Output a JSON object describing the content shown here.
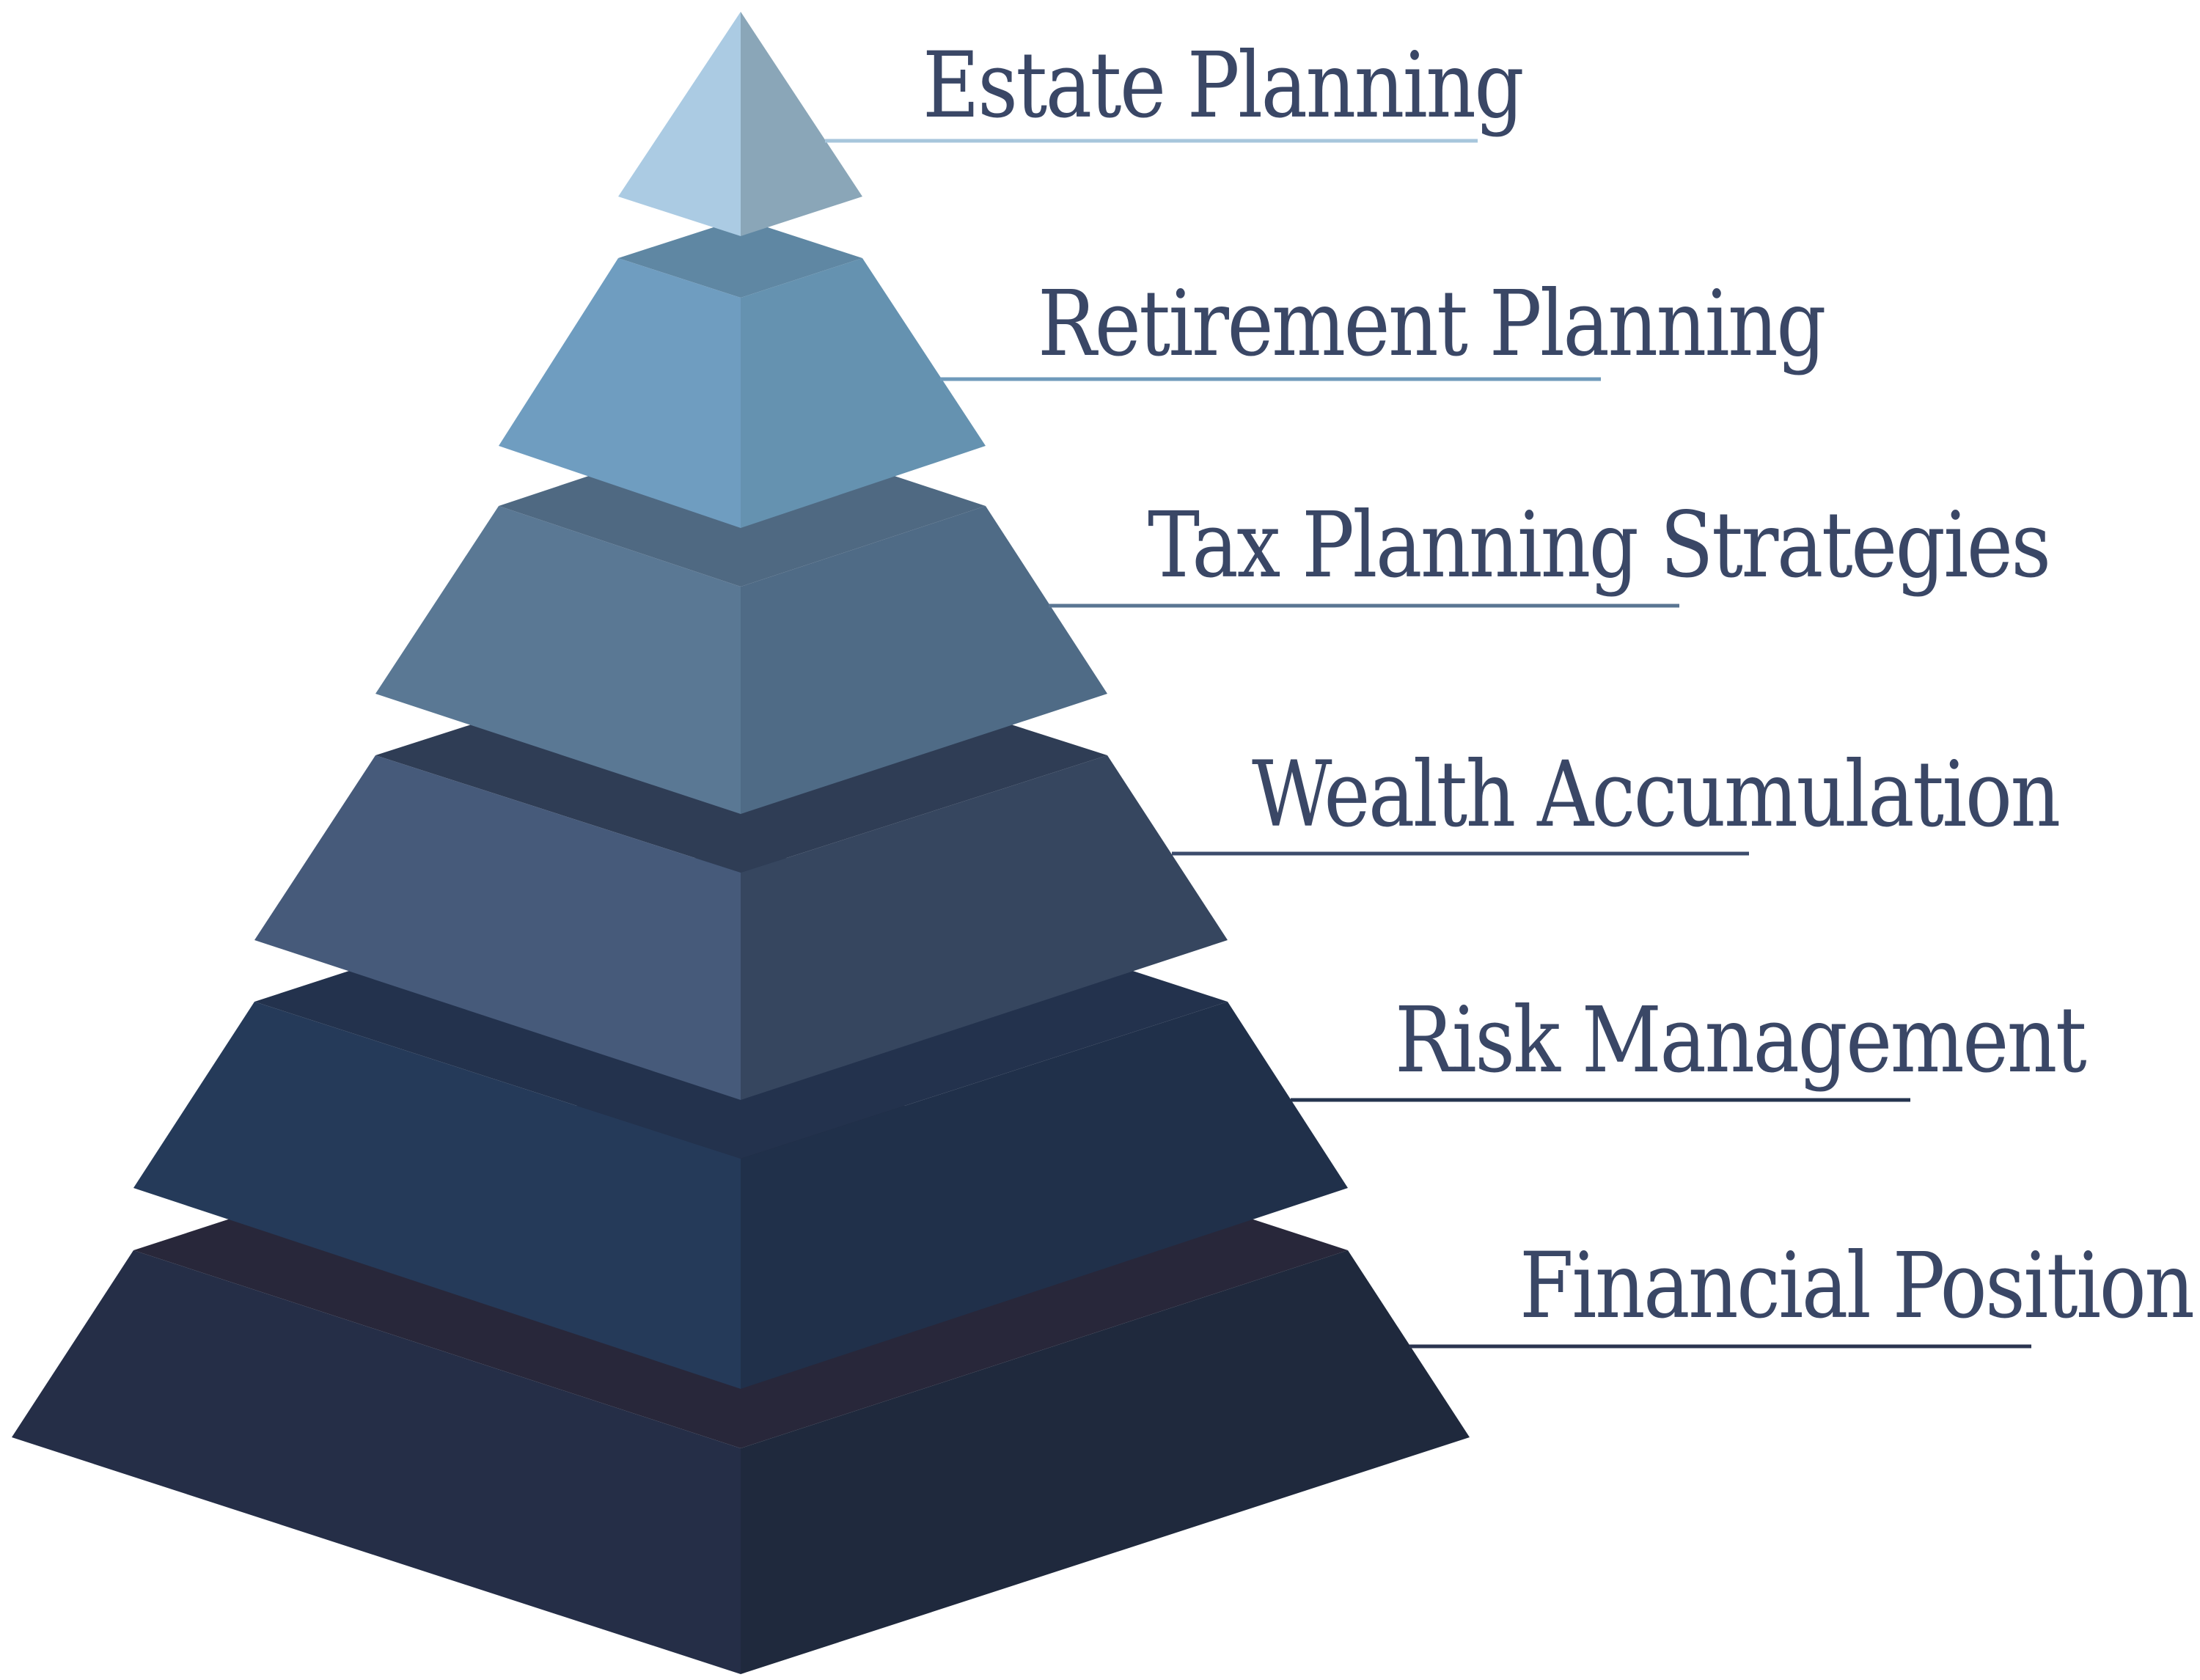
{
  "pyramid": {
    "tiers": [
      {
        "label": "Estate Planning",
        "left_color": "#abcbe3",
        "right_color": "#8aa6b8",
        "top_color": "#a3c2d8",
        "line_color": "#a7c6dc"
      },
      {
        "label": "Retirement Planning",
        "left_color": "#6f9dc0",
        "right_color": "#6592b0",
        "top_color": "#5f87a3",
        "line_color": "#6f9abb"
      },
      {
        "label": "Tax Planning Strategies",
        "left_color": "#5a7894",
        "right_color": "#4f6b86",
        "top_color": "#4f6982",
        "line_color": "#5a7592"
      },
      {
        "label": "Wealth Accumulation",
        "left_color": "#465a7a",
        "right_color": "#36465f",
        "top_color": "#2f3d55",
        "line_color": "#3c4c6c"
      },
      {
        "label": "Risk Management",
        "left_color": "#253a59",
        "right_color": "#20304a",
        "top_color": "#23324d",
        "line_color": "#25344f"
      },
      {
        "label": "Financial Position",
        "left_color": "#252e47",
        "right_color": "#1f293d",
        "top_color": "#28273a",
        "line_color": "#2b3550"
      }
    ],
    "text_color": "#3a4766"
  }
}
